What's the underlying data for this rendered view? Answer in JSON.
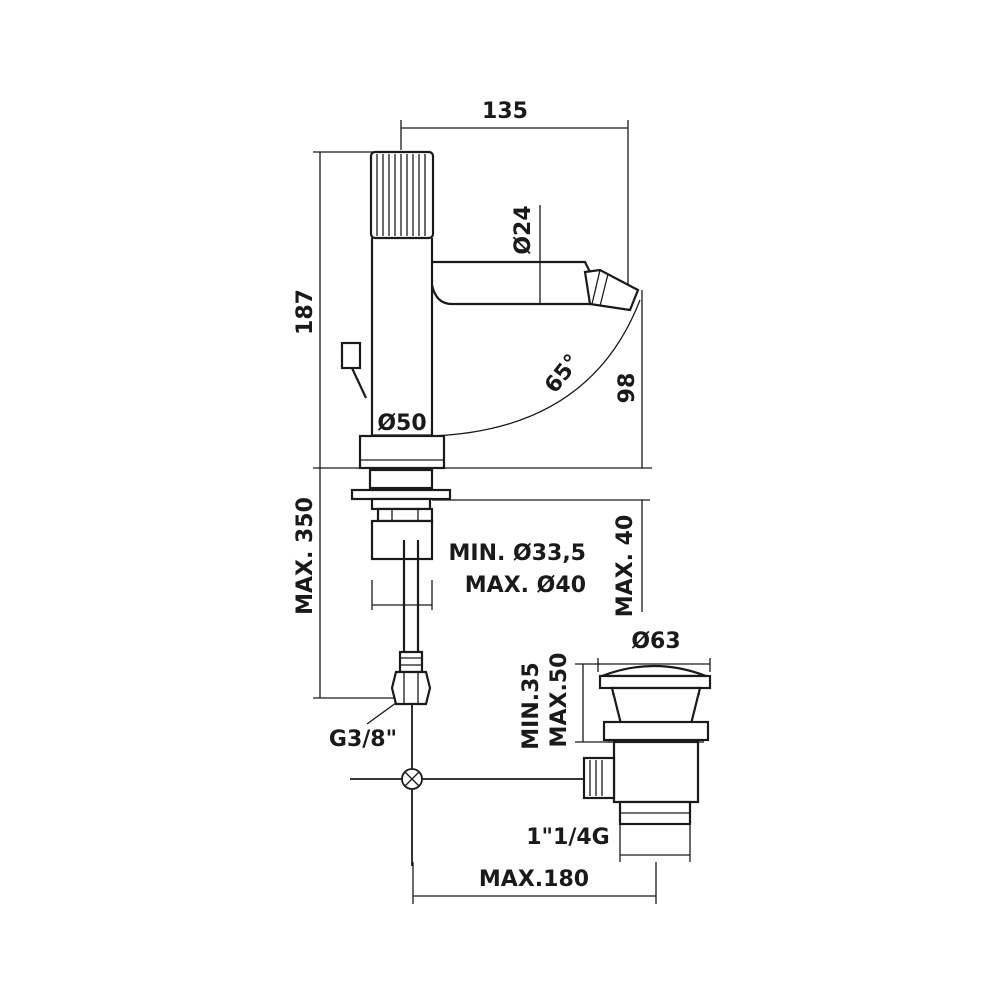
{
  "labels": {
    "width_top": "135",
    "height_total": "187",
    "spout_diameter": "Ø24",
    "base_diameter": "Ø50",
    "angle": "65°",
    "spout_height": "98",
    "max_deck": "MAX. 350",
    "hole_min": "MIN. Ø33,5",
    "hole_max": "MAX. Ø40",
    "max_thickness": "MAX. 40",
    "connection": "G3/8\"",
    "waste_diameter": "Ø63",
    "waste_min": "MIN.35",
    "waste_max": "MAX.50",
    "waste_thread": "1\"1/4G",
    "max_180": "MAX.180"
  }
}
